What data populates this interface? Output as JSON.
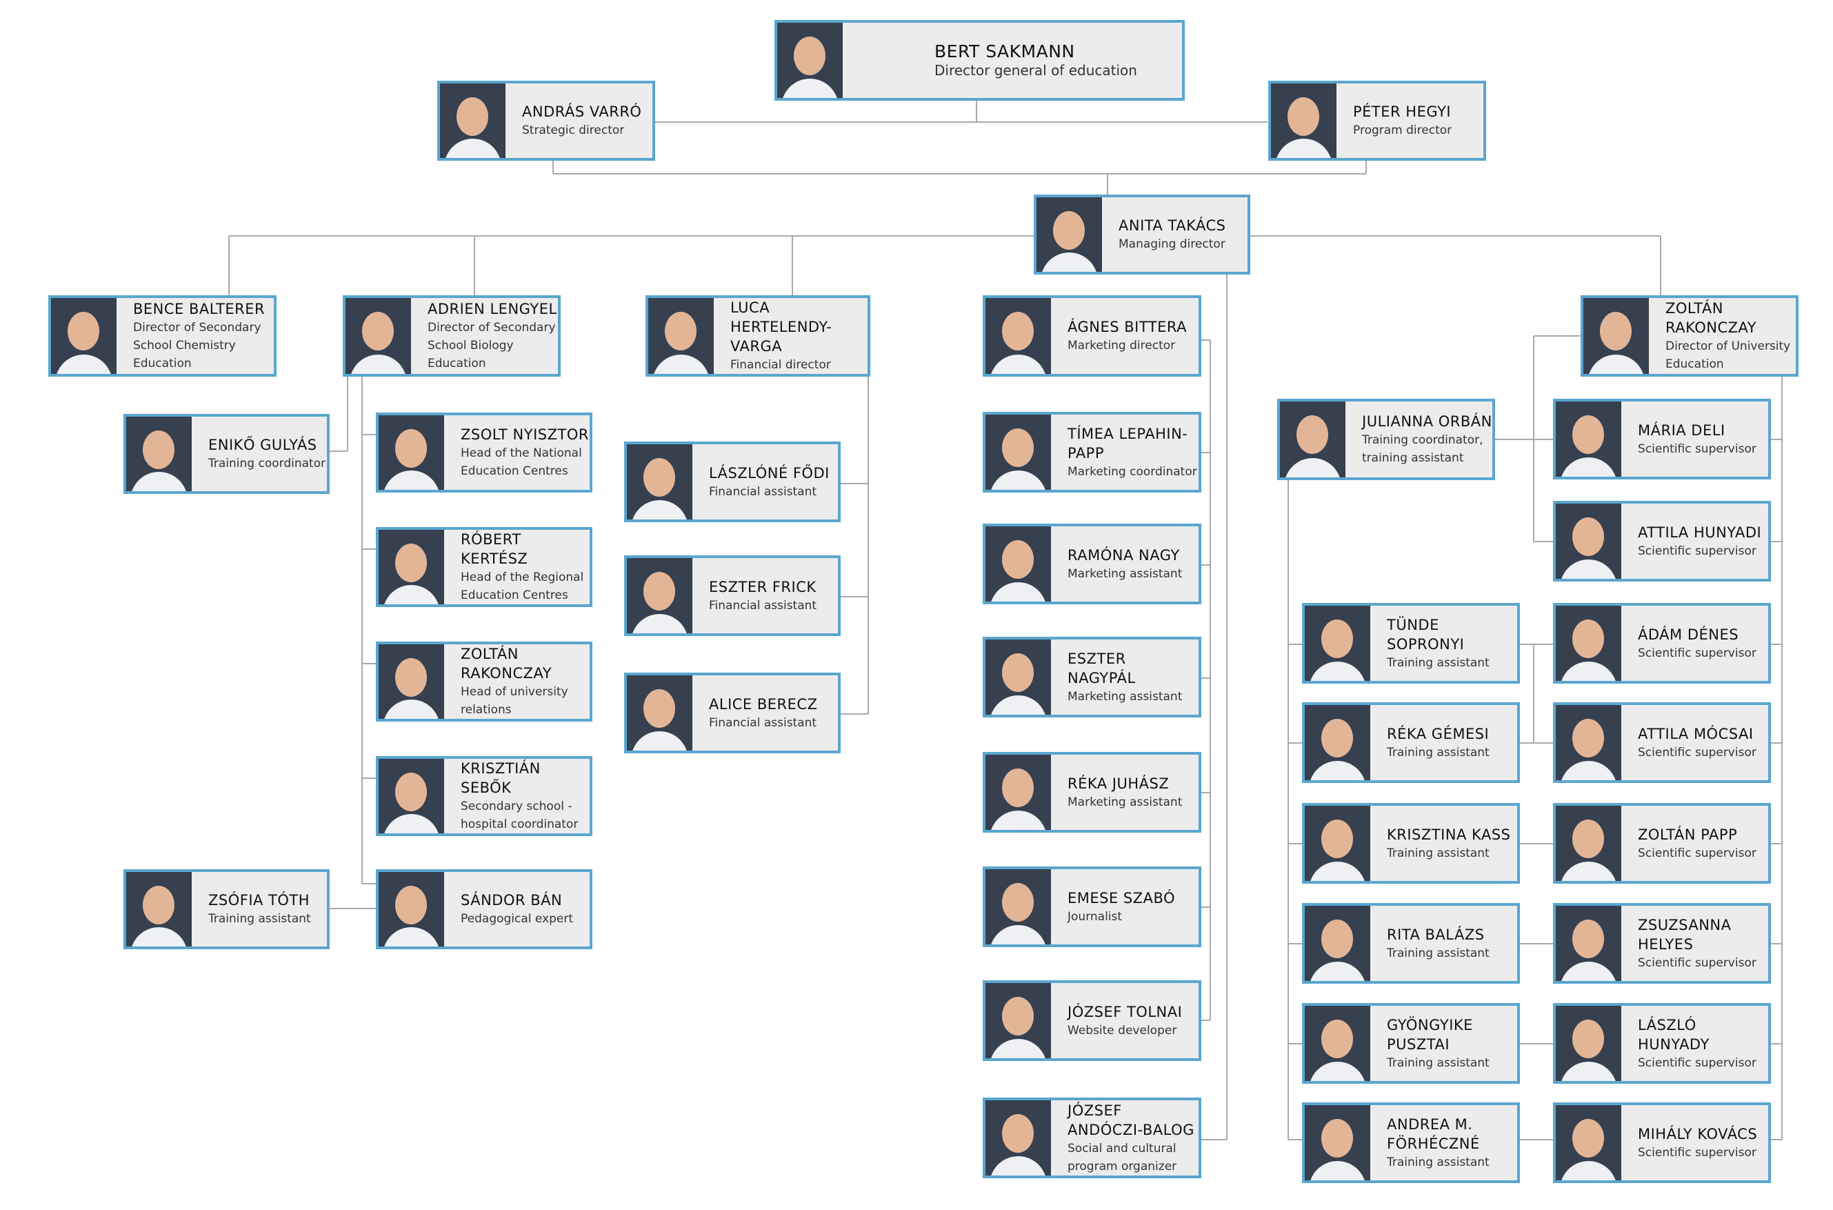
{
  "people": {
    "bert_sakmann": {
      "name": "BERT SAKMANN",
      "role": "Director general of education"
    },
    "andras_varro": {
      "name": "ANDRÁS VARRÓ",
      "role": "Strategic director"
    },
    "peter_hegyi": {
      "name": "PÉTER HEGYI",
      "role": "Program director"
    },
    "anita_takacs": {
      "name": "ANITA TAKÁCS",
      "role": "Managing director"
    },
    "bence_balterer": {
      "name": "BENCE BALTERER",
      "role": "Director of Secondary School Chemistry Education"
    },
    "adrien_lengyel": {
      "name": "ADRIEN LENGYEL",
      "role": "Director of Secondary School Biology Education"
    },
    "luca_hertelendy_varga": {
      "name": "LUCA HERTELENDY-VARGA",
      "role": "Financial director"
    },
    "agnes_bittera": {
      "name": "ÁGNES BITTERA",
      "role": "Marketing director"
    },
    "zoltan_rakonczay_univ": {
      "name": "ZOLTÁN RAKONCZAY",
      "role": "Director of University Education"
    },
    "eniko_gulyas": {
      "name": "ENIKŐ GULYÁS",
      "role": "Training coordinator"
    },
    "zsofia_toth": {
      "name": "ZSÓFIA TÓTH",
      "role": "Training assistant"
    },
    "zsolt_nyisztor": {
      "name": "ZSOLT NYISZTOR",
      "role": "Head of the National Education Centres"
    },
    "robert_kertesz": {
      "name": "RÓBERT KERTÉSZ",
      "role": "Head of the Regional Education Centres"
    },
    "zoltan_rakonczay_rel": {
      "name": "ZOLTÁN RAKONCZAY",
      "role": "Head of university relations"
    },
    "krisztian_sebok": {
      "name": "KRISZTIÁN SEBŐK",
      "role": "Secondary school - hospital coordinator"
    },
    "sandor_ban": {
      "name": "SÁNDOR BÁN",
      "role": "Pedagogical expert"
    },
    "laszlone_fodi": {
      "name": "LÁSZLÓNÉ FŐDI",
      "role": "Financial assistant"
    },
    "eszter_frick": {
      "name": "ESZTER FRICK",
      "role": "Financial assistant"
    },
    "alice_berecz": {
      "name": "ALICE BERECZ",
      "role": "Financial assistant"
    },
    "timea_lepahin_papp": {
      "name": "TÍMEA LEPAHIN-PAPP",
      "role": "Marketing coordinator"
    },
    "ramona_nagy": {
      "name": "RAMÓNA NAGY",
      "role": "Marketing assistant"
    },
    "eszter_nagypal": {
      "name": "ESZTER NAGYPÁL",
      "role": "Marketing assistant"
    },
    "reka_juhasz": {
      "name": "RÉKA JUHÁSZ",
      "role": "Marketing assistant"
    },
    "emese_szabo": {
      "name": "EMESE SZABÓ",
      "role": "Journalist"
    },
    "jozsef_tolnai": {
      "name": "JÓZSEF TOLNAI",
      "role": "Website developer"
    },
    "jozsef_andoczi_balog": {
      "name": "JÓZSEF ANDÓCZI-BALOG",
      "role": "Social and cultural program organizer"
    },
    "julianna_orban": {
      "name": "JULIANNA ORBÁN",
      "role": "Training coordinator, training assistant"
    },
    "tunde_sopronyi": {
      "name": "TÜNDE SOPRONYI",
      "role": "Training assistant"
    },
    "reka_gemesi": {
      "name": "RÉKA GÉMESI",
      "role": "Training assistant"
    },
    "krisztina_kass": {
      "name": "KRISZTINA KASS",
      "role": "Training assistant"
    },
    "rita_balazs": {
      "name": "RITA BALÁZS",
      "role": "Training assistant"
    },
    "gyongyike_pusztai": {
      "name": "GYÖNGYIKE PUSZTAI",
      "role": "Training assistant"
    },
    "andrea_m_forheczne": {
      "name": "ANDREA M. FÖRHÉCZNÉ",
      "role": "Training assistant"
    },
    "maria_deli": {
      "name": "MÁRIA DELI",
      "role": "Scientific supervisor"
    },
    "attila_hunyadi": {
      "name": "ATTILA HUNYADI",
      "role": "Scientific supervisor"
    },
    "adam_denes": {
      "name": "ÁDÁM DÉNES",
      "role": "Scientific supervisor"
    },
    "attila_mocsai": {
      "name": "ATTILA MÓCSAI",
      "role": "Scientific supervisor"
    },
    "zoltan_papp": {
      "name": "ZOLTÁN PAPP",
      "role": "Scientific supervisor"
    },
    "zsuzsanna_helyes": {
      "name": "ZSUZSANNA HELYES",
      "role": "Scientific supervisor"
    },
    "laszlo_hunyady": {
      "name": "LÁSZLÓ HUNYADY",
      "role": "Scientific supervisor"
    },
    "mihaly_kovacs": {
      "name": "MIHÁLY KOVÁCS",
      "role": "Scientific supervisor"
    }
  }
}
